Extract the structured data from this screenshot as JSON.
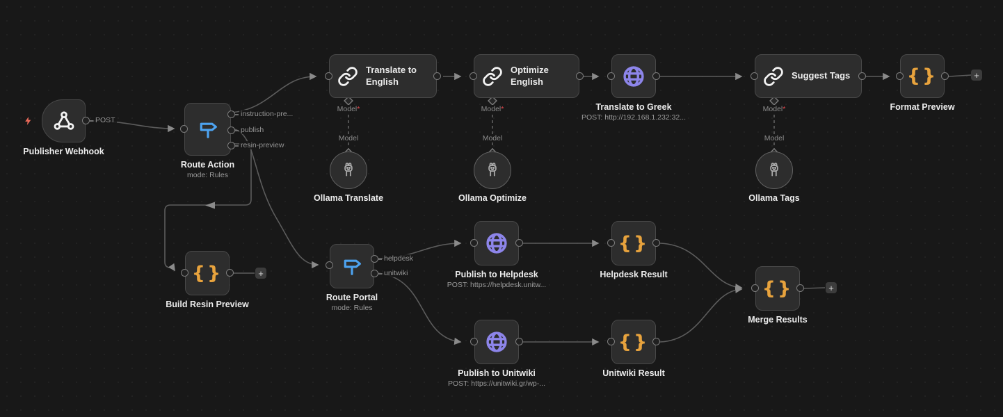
{
  "colors": {
    "switch_blue": "#4da3f0",
    "http_purple": "#8d85ea",
    "code_orange": "#e8a33d",
    "trigger_red": "#ed6a5a",
    "wire_gray": "#5c5c5c"
  },
  "shared": {
    "model_port_label": "Model",
    "required_marker": "*",
    "add_button_label": "+"
  },
  "icons": {
    "braces": "{}"
  },
  "nodes": {
    "publisher_webhook": {
      "label": "Publisher Webhook",
      "output_port": "POST"
    },
    "route_action": {
      "label": "Route Action",
      "subtitle": "mode: Rules",
      "outputs": [
        "instruction-pre...",
        "publish",
        "resin-preview"
      ]
    },
    "translate_to_english": {
      "label": "Translate to English"
    },
    "optimize_english": {
      "label": "Optimize English"
    },
    "translate_to_greek": {
      "label": "Translate to Greek",
      "subtitle": "POST: http://192.168.1.232:32..."
    },
    "suggest_tags": {
      "label": "Suggest Tags"
    },
    "format_preview": {
      "label": "Format Preview"
    },
    "ollama_translate": {
      "label": "Ollama Translate"
    },
    "ollama_optimize": {
      "label": "Ollama Optimize"
    },
    "ollama_tags": {
      "label": "Ollama Tags"
    },
    "build_resin_preview": {
      "label": "Build Resin Preview"
    },
    "route_portal": {
      "label": "Route Portal",
      "subtitle": "mode: Rules",
      "outputs": [
        "helpdesk",
        "unitwiki"
      ]
    },
    "publish_to_helpdesk": {
      "label": "Publish to Helpdesk",
      "subtitle": "POST: https://helpdesk.unitw..."
    },
    "helpdesk_result": {
      "label": "Helpdesk Result"
    },
    "publish_to_unitwiki": {
      "label": "Publish to Unitwiki",
      "subtitle": "POST: https://unitwiki.gr/wp-..."
    },
    "unitwiki_result": {
      "label": "Unitwiki Result"
    },
    "merge_results": {
      "label": "Merge Results"
    }
  }
}
